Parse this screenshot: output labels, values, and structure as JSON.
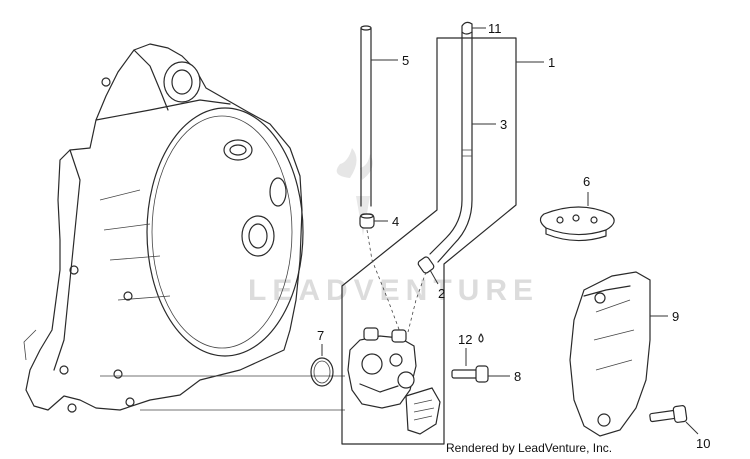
{
  "watermark": "LEADVENTURE",
  "footer": "Rendered by LeadVenture, Inc.",
  "callouts": [
    "1",
    "2",
    "3",
    "4",
    "5",
    "6",
    "7",
    "8",
    "9",
    "10",
    "11",
    "12"
  ]
}
